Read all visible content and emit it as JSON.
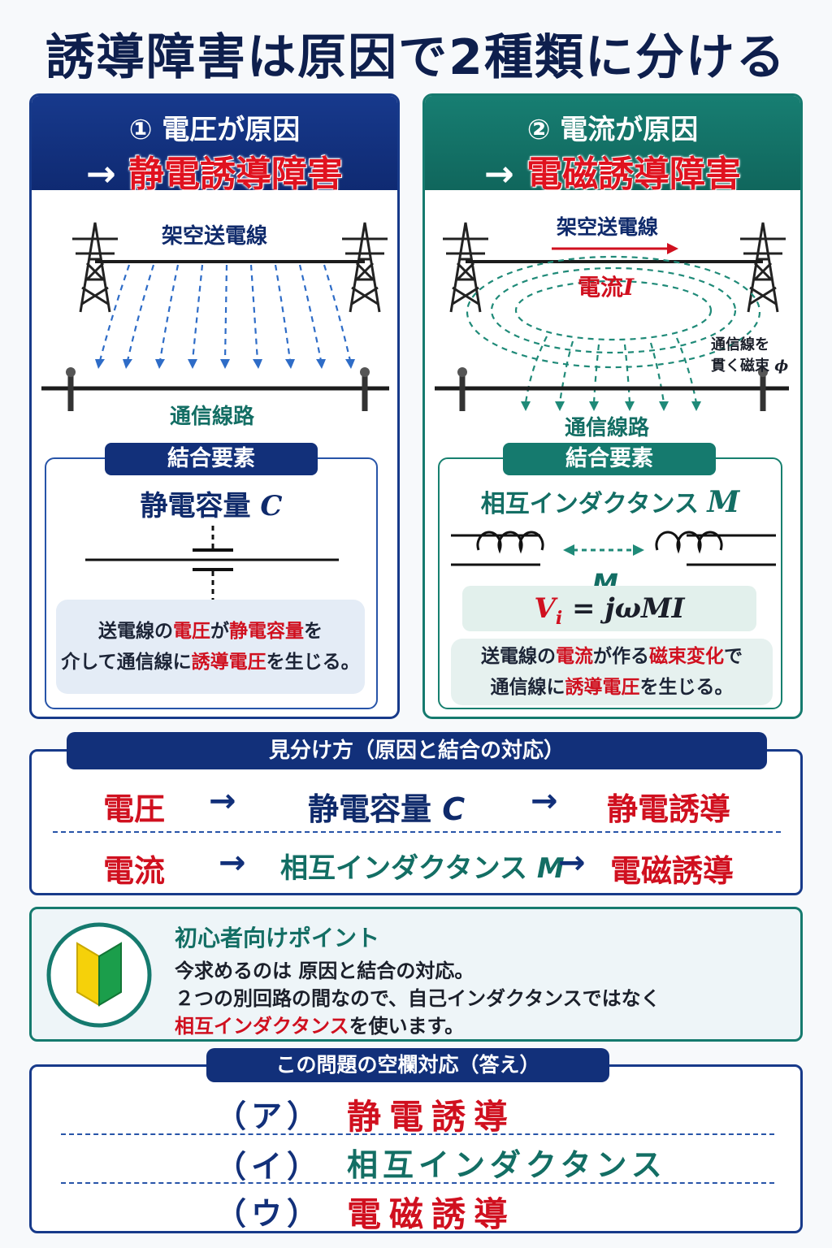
{
  "title": "誘導障害は原因で2種類に分ける",
  "left_panel": {
    "head_line1": "① 電圧が原因",
    "head_arrow": "→",
    "head_line2": "静電誘導障害",
    "overhead_line_label": "架空送電線",
    "comm_line_label": "通信線路",
    "coupling_tag": "結合要素",
    "coupling_name": "静電容量",
    "coupling_symbol": "C",
    "desc": {
      "l1_a": "送電線の",
      "l1_b": "電圧",
      "l1_c": "が",
      "l1_d": "静電容量",
      "l1_e": "を",
      "l2_a": "介して通信線に",
      "l2_b": "誘導電圧",
      "l2_c": "を生じる。"
    }
  },
  "right_panel": {
    "head_line1": "② 電流が原因",
    "head_arrow": "→",
    "head_line2": "電磁誘導障害",
    "overhead_line_label": "架空送電線",
    "current_label": "電流",
    "current_symbol": "I",
    "flux_label_1": "通信線を",
    "flux_label_2": "貫く磁束",
    "flux_symbol": "ϕ",
    "comm_line_label": "通信線路",
    "coupling_tag": "結合要素",
    "coupling_name": "相互インダクタンス",
    "coupling_symbol": "M",
    "mutual_symbol": "M",
    "formula_v": "V",
    "formula_sub": "i",
    "formula_rest": " = jωMI",
    "desc": {
      "l1_a": "送電線の",
      "l1_b": "電流",
      "l1_c": "が作る",
      "l1_d": "磁束変化",
      "l1_e": "で",
      "l2_a": "通信線に",
      "l2_b": "誘導電圧",
      "l2_c": "を生じる。"
    }
  },
  "mapping": {
    "tag": "見分け方（原因と結合の対応）",
    "rows": [
      {
        "cause": "電圧",
        "arrow1": "→",
        "coupling": "静電容量",
        "symbol": "C",
        "arrow2": "→",
        "result": "静電誘導"
      },
      {
        "cause": "電流",
        "arrow1": "→",
        "coupling": "相互インダクタンス",
        "symbol": "M",
        "arrow2": "→",
        "result": "電磁誘導"
      }
    ]
  },
  "point": {
    "title": "初心者向けポイント",
    "line1": "今求めるのは 原因と結合の対応。",
    "line2": "２つの別回路の間なので、自己インダクタンスではなく",
    "line3_a": "相互インダクタンス",
    "line3_b": "を使います。"
  },
  "answers": {
    "tag": "この問題の空欄対応（答え）",
    "items": [
      {
        "key": "（ア）",
        "value": "静電誘導"
      },
      {
        "key": "（イ）",
        "value": "相互インダクタンス"
      },
      {
        "key": "（ウ）",
        "value": "電磁誘導"
      }
    ]
  },
  "colors": {
    "navy": "#12307a",
    "teal": "#157a6e",
    "red": "#d0101f",
    "dash_blue": "#2e6cc7",
    "dash_teal": "#1f8a78"
  }
}
